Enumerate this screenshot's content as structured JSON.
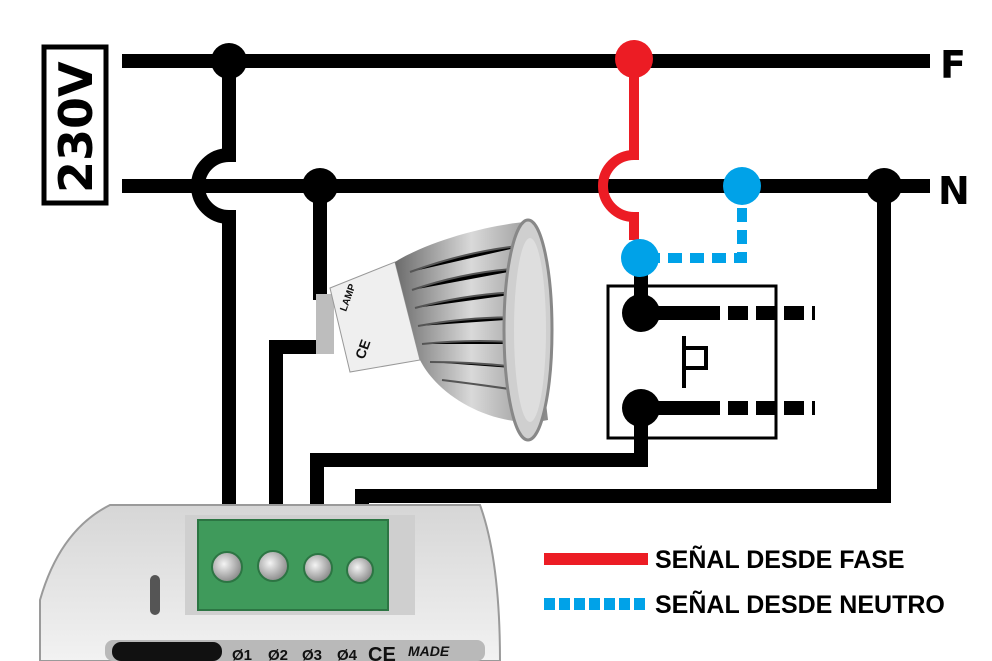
{
  "diagram": {
    "title_voltage": "230V",
    "lines": {
      "phase_label": "F",
      "neutral_label": "N"
    },
    "legend": [
      {
        "label": "SEÑAL DESDE FASE",
        "style": "solid",
        "color": "#ec1c24"
      },
      {
        "label": "SEÑAL DESDE NEUTRO",
        "style": "dashed",
        "color": "#00a2e8"
      }
    ],
    "components": {
      "lamp": {
        "name": "LED GU10 lamp",
        "print_brand": "LAMP",
        "print_mark": "CE"
      },
      "pushbutton": {
        "name": "Pushbutton",
        "symbol": "push-button"
      },
      "module": {
        "name": "Control module",
        "terminals": [
          "1",
          "2",
          "3",
          "4"
        ],
        "plate_marks": [
          "Ø1",
          "Ø2",
          "Ø3",
          "Ø4"
        ],
        "plate_ce": "CE",
        "plate_made": "MADE"
      }
    },
    "colors": {
      "wire": "#000000",
      "phase_signal": "#ec1c24",
      "neutral_signal": "#00a2e8",
      "terminal_block": "#3f9a5b",
      "module_body": "#e8e8e8"
    }
  }
}
